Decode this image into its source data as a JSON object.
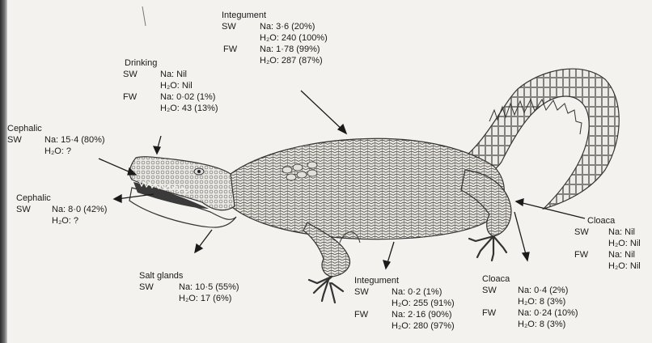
{
  "cephalic_top": {
    "title": "Cephalic",
    "sw": "SW",
    "na": "Na: 15·4 (80%)",
    "h2o": "H₂O: ?"
  },
  "drinking": {
    "title": "Drinking",
    "sw": "SW",
    "sw_na": "Na: Nil",
    "sw_h2o": "H₂O: Nil",
    "fw": "FW",
    "fw_na": "Na: 0·02 (1%)",
    "fw_h2o": "H₂O: 43 (13%)"
  },
  "integument_top": {
    "title": "Integument",
    "sw": "SW",
    "sw_na": "Na: 3·6 (20%)",
    "sw_h2o": "H₂O: 240 (100%)",
    "fw": "FW",
    "fw_na": "Na: 1·78 (99%)",
    "fw_h2o": "H₂O: 287 (87%)"
  },
  "cephalic_bottom": {
    "title": "Cephalic",
    "sw": "SW",
    "na": "Na: 8·0 (42%)",
    "h2o": "H₂O: ?"
  },
  "salt_glands": {
    "title": "Salt glands",
    "sw": "SW",
    "na": "Na: 10·5 (55%)",
    "h2o": "H₂O: 17 (6%)"
  },
  "integument_bottom": {
    "title": "Integument",
    "sw": "SW",
    "sw_na": "Na: 0·2 (1%)",
    "sw_h2o": "H₂O: 255 (91%)",
    "fw": "FW",
    "fw_na": "Na: 2·16 (90%)",
    "fw_h2o": "H₂O: 280 (97%)"
  },
  "cloaca_bottom": {
    "title": "Cloaca",
    "sw": "SW",
    "sw_na": "Na: 0·4 (2%)",
    "sw_h2o": "H₂O: 8 (3%)",
    "fw": "FW",
    "fw_na": "Na: 0·24 (10%)",
    "fw_h2o": "H₂O: 8 (3%)"
  },
  "cloaca_right": {
    "title": "Cloaca",
    "sw": "SW",
    "sw_na": "Na: Nil",
    "sw_h2o": "H₂O: Nil",
    "fw": "FW",
    "fw_na": "Na: Nil",
    "fw_h2o": "H₂O: Nil"
  }
}
